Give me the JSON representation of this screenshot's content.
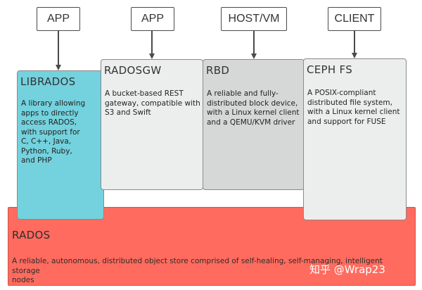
{
  "top_boxes": {
    "app1": "APP",
    "app2": "APP",
    "hostvm": "HOST/VM",
    "client": "CLIENT"
  },
  "librados": {
    "title": "LIBRADOS",
    "description": "A library allowing\napps to directly\naccess RADOS,\nwith support for\nC, C++, Java,\nPython, Ruby,\nand PHP"
  },
  "radosgw": {
    "title": "RADOSGW",
    "description": "A bucket-based REST\ngateway, compatible with\nS3 and Swift"
  },
  "rbd": {
    "title": "RBD",
    "description": "A reliable and fully-\ndistributed block device,\nwith a Linux kernel client\nand a QEMU/KVM driver"
  },
  "cephfs": {
    "title": "CEPH FS",
    "description": "A POSIX-compliant\ndistributed file system,\nwith a Linux kernel client\nand support for FUSE"
  },
  "rados": {
    "title": "RADOS",
    "description": "A reliable, autonomous, distributed object store comprised of self-healing, self-managing, intelligent storage\nnodes"
  },
  "watermark": "知乎 @Wrap23",
  "colors": {
    "librados": "#73d2dd",
    "radosgw": "#eceeee",
    "rbd": "#d6d8d8",
    "cephfs": "#eceeee",
    "rados": "#ff6b5e",
    "border": "#8a8a8a",
    "arrow": "#4a4a4a"
  }
}
